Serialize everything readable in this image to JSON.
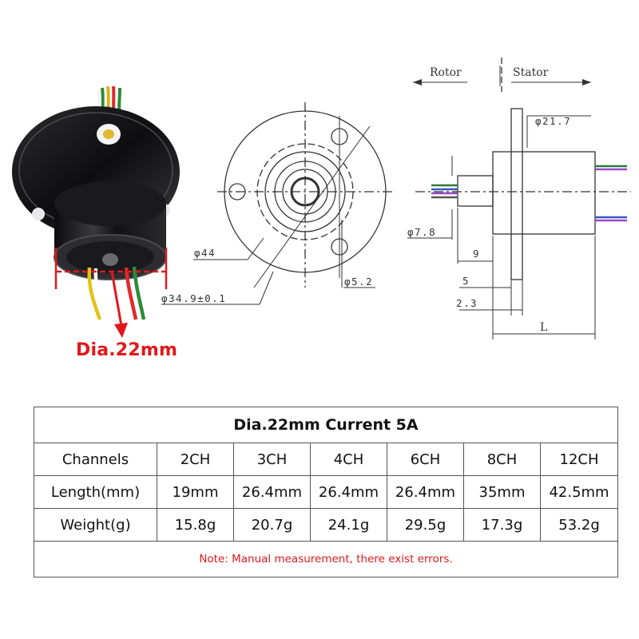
{
  "callout": {
    "label": "Dia.22mm"
  },
  "drawing": {
    "front_view": {
      "dim_outer": "φ44",
      "dim_pcd": "φ34.9±0.1",
      "dim_hole": "φ5.2"
    },
    "side_view": {
      "rotor_label": "Rotor",
      "stator_label": "Stator",
      "dim_body": "φ21.7",
      "dim_shaft": "φ7.8",
      "dim_9": "9",
      "dim_5": "5",
      "dim_2_3": "2.3",
      "dim_length": "L"
    }
  },
  "table": {
    "title": "Dia.22mm Current 5A",
    "header_label": "Channels",
    "channels": [
      "2CH",
      "3CH",
      "4CH",
      "6CH",
      "8CH",
      "12CH"
    ],
    "length_label": "Length(mm)",
    "lengths": [
      "19mm",
      "26.4mm",
      "26.4mm",
      "26.4mm",
      "35mm",
      "42.5mm"
    ],
    "weight_label": "Weight(g)",
    "weights": [
      "15.8g",
      "20.7g",
      "24.1g",
      "29.5g",
      "17.3g",
      "53.2g"
    ],
    "note": "Note: Manual measurement, there exist errors."
  },
  "colors": {
    "accent_red": "#e0181b",
    "line": "#333333",
    "housing": "#1b1b1d"
  }
}
